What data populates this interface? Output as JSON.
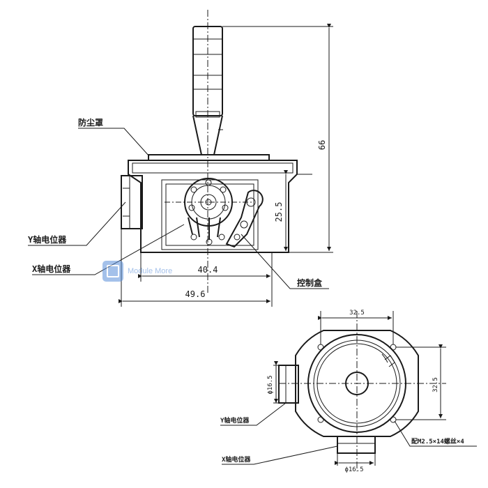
{
  "side_view": {
    "labels": {
      "dust_cover": "防尘罩",
      "y_pot": "Y轴电位器",
      "x_pot": "X轴电位器",
      "control_box": "控制盒"
    },
    "dimensions": {
      "height_total": "66",
      "height_box": "25.5",
      "width_inner": "40.4",
      "width_outer": "49.6"
    }
  },
  "bottom_view": {
    "labels": {
      "y_pot": "Y轴电位器",
      "x_pot": "X轴电位器",
      "screws": "配M2.5×14螺丝×4"
    },
    "dimensions": {
      "hole_spacing_h": "32.5",
      "hole_spacing_v": "32.5",
      "pot_dia_left": "ϕ16.5",
      "pot_dia_bottom": "ϕ16.5"
    }
  },
  "watermark": {
    "text": "Module More",
    "icon": "chip-icon"
  }
}
